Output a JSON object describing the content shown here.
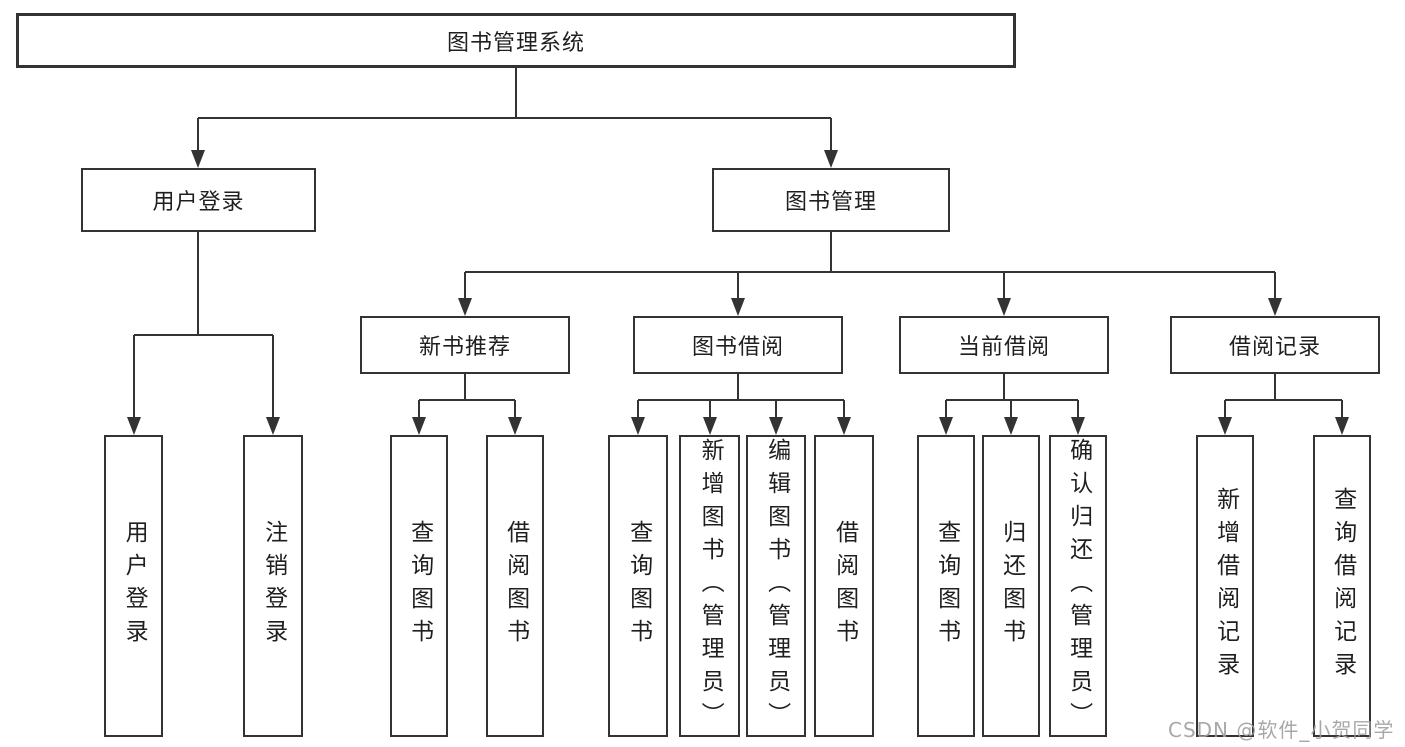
{
  "diagram": {
    "background_color": "#ffffff",
    "line_color": "#333333",
    "text_color": "#1f1f1f",
    "watermark": {
      "text": "CSDN @软件_小贺同学",
      "color": "#9e9e9e"
    },
    "root": {
      "label": "图书管理系统",
      "children": [
        {
          "label": "用户登录",
          "children": [
            {
              "label": "用户登录"
            },
            {
              "label": "注销登录"
            }
          ]
        },
        {
          "label": "图书管理",
          "children": [
            {
              "label": "新书推荐",
              "children": [
                {
                  "label": "查询图书"
                },
                {
                  "label": "借阅图书"
                }
              ]
            },
            {
              "label": "图书借阅",
              "children": [
                {
                  "label": "查询图书"
                },
                {
                  "label": "新增图书（管理员）"
                },
                {
                  "label": "编辑图书（管理员）"
                },
                {
                  "label": "借阅图书"
                }
              ]
            },
            {
              "label": "当前借阅",
              "children": [
                {
                  "label": "查询图书"
                },
                {
                  "label": "归还图书"
                },
                {
                  "label": "确认归还（管理员）"
                }
              ]
            },
            {
              "label": "借阅记录",
              "children": [
                {
                  "label": "新增借阅记录"
                },
                {
                  "label": "查询借阅记录"
                }
              ]
            }
          ]
        }
      ]
    }
  }
}
